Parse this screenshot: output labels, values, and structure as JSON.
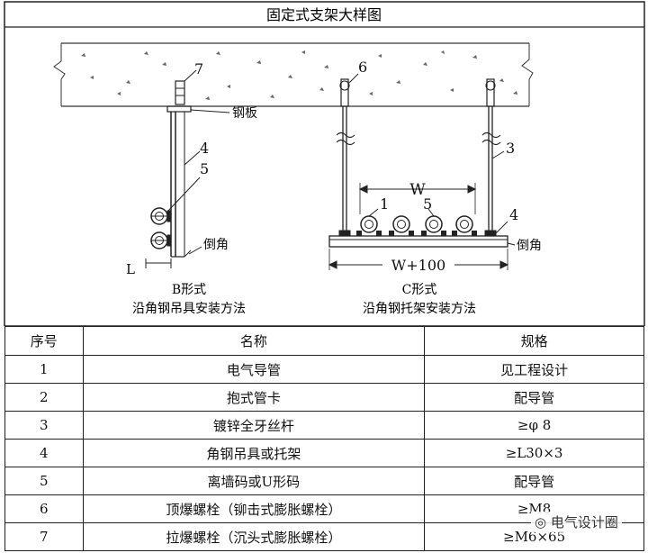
{
  "drawing": {
    "title": "固定式支架大样图",
    "labels": {
      "n7": "7",
      "n6": "6",
      "n4b": "4",
      "n5b": "5",
      "n3": "3",
      "n4c": "4",
      "n1": "1",
      "n5c": "5",
      "steel_plate": "钢板",
      "chamfer_b": "倒角",
      "chamfer_c": "倒角",
      "dim_l": "L",
      "dim_w": "W",
      "dim_w100": "W+100"
    },
    "b_form": {
      "name": "B形式",
      "caption": "沿角钢吊具安装方法"
    },
    "c_form": {
      "name": "C形式",
      "caption": "沿角钢托架安装方法"
    }
  },
  "table": {
    "headers": [
      "序号",
      "名称",
      "规格"
    ],
    "rows": [
      [
        "1",
        "电气导管",
        "见工程设计"
      ],
      [
        "2",
        "抱式管卡",
        "配导管"
      ],
      [
        "3",
        "镀锌全牙丝杆",
        "≥φ 8"
      ],
      [
        "4",
        "角钢吊具或托架",
        "≥L30×3"
      ],
      [
        "5",
        "离墙码或U形码",
        "配导管"
      ],
      [
        "6",
        "顶爆螺栓（铆击式膨胀螺栓）",
        "≥M8"
      ],
      [
        "7",
        "拉爆螺栓（沉头式膨胀螺栓）",
        "≥M6×65"
      ]
    ]
  },
  "watermark": "电气设计圈"
}
